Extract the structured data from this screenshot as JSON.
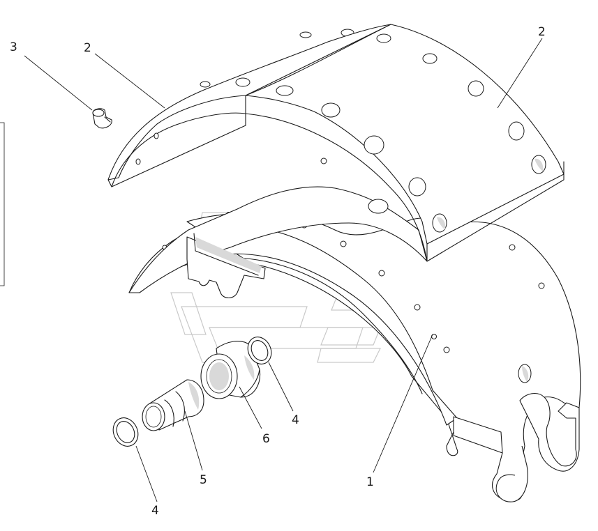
{
  "callouts": {
    "c3": "3",
    "c2_left": "2",
    "c2_right": "2",
    "c1": "1",
    "c4_right": "4",
    "c4_left": "4",
    "c5": "5",
    "c6": "6"
  }
}
